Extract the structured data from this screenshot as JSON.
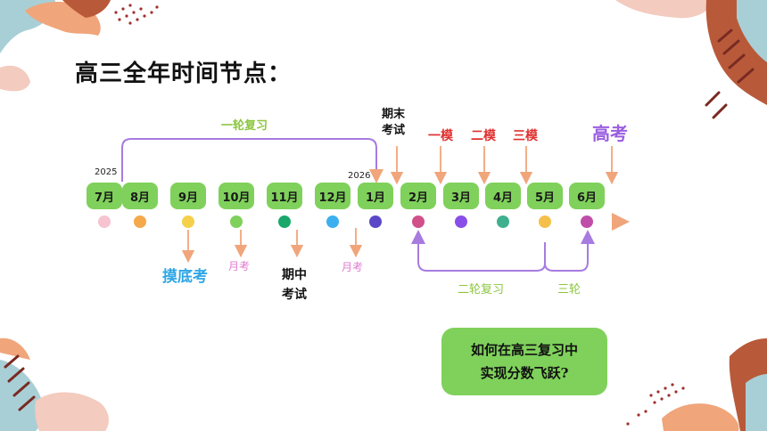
{
  "title": "高三全年时间节点：",
  "years": [
    "2025",
    "2026"
  ],
  "months": [
    "7月",
    "8月",
    "9月",
    "10月",
    "11月",
    "12月",
    "1月",
    "2月",
    "3月",
    "4月",
    "5月",
    "6月"
  ],
  "labels": {
    "round1": "一轮复习",
    "final_exam": [
      "期末",
      "考试"
    ],
    "mock1": "一模",
    "mock2": "二模",
    "mock3": "三模",
    "gaokao": "高考",
    "diagnostic": "摸底考",
    "monthly1": "月考",
    "midterm": [
      "期中",
      "考试"
    ],
    "monthly2": "月考",
    "round2": "二轮复习",
    "round3": "三轮"
  },
  "callout": [
    "如何在高三复习中",
    "实现分数飞跃?"
  ],
  "colors": {
    "accent_green": "#7fd15b",
    "arrow_orange": "#f0a57a",
    "purple": "#9a5ee0",
    "red": "#e03030",
    "blue": "#2ea6e6",
    "light_green_text": "#8cc63e",
    "timeline_purple": "#a77be0"
  },
  "icons": [
    "arrow-right-icon",
    "arrow-down-icon",
    "arrow-up-icon"
  ]
}
